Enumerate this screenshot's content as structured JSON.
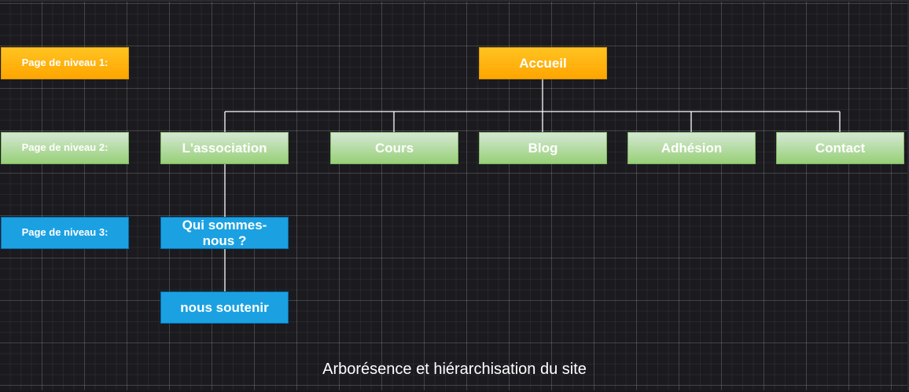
{
  "colors": {
    "level1": "#ffa500",
    "level2": "#97d077",
    "level3": "#1ba1e2",
    "connector": "#ffffff",
    "background": "#1b1a1f"
  },
  "levels": {
    "level1_label": "Page de niveau 1:",
    "level2_label": "Page de niveau 2:",
    "level3_label": "Page de niveau 3:"
  },
  "tree": {
    "root": "Accueil",
    "level2": [
      "L'association",
      "Cours",
      "Blog",
      "Adhésion",
      "Contact"
    ],
    "level3": [
      "Qui sommes-nous ?",
      "nous soutenir"
    ]
  },
  "caption": "Arborésence et hiérarchisation du site"
}
